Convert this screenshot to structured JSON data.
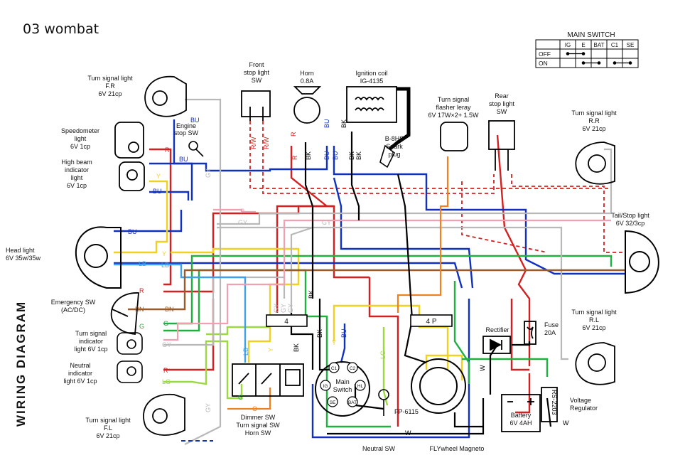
{
  "page_title": "03 wombat",
  "diagram_title": "WIRING DIAGRAM",
  "main_switch": {
    "title": "MAIN SWITCH",
    "columns": [
      "IG",
      "E",
      "BAT",
      "C1",
      "SE"
    ],
    "rows": [
      {
        "label": "OFF",
        "links": [
          [
            0,
            1
          ]
        ]
      },
      {
        "label": "ON",
        "links": [
          [
            1,
            2
          ],
          [
            3,
            4
          ]
        ]
      }
    ]
  },
  "components": [
    {
      "id": "ts_fr",
      "lines": [
        "Turn signal light",
        "F.R",
        "6V  21cp"
      ]
    },
    {
      "id": "speedo",
      "lines": [
        "Speedometer",
        "light",
        "6V   1cp"
      ]
    },
    {
      "id": "highbeam",
      "lines": [
        "High beam",
        "indicator",
        "light",
        "6V  1cp"
      ]
    },
    {
      "id": "engstop",
      "lines": [
        "Engine",
        "stop SW"
      ]
    },
    {
      "id": "headlight",
      "lines": [
        "Head light",
        "6V 35w/35w"
      ]
    },
    {
      "id": "emerg",
      "lines": [
        "Emergency SW",
        "(AC/DC)"
      ]
    },
    {
      "id": "ts_ind",
      "lines": [
        "Turn signal",
        "indicator",
        "light 6V  1cp"
      ]
    },
    {
      "id": "neutral_ind",
      "lines": [
        "Neutral",
        "indicator",
        "light 6V  1cp"
      ]
    },
    {
      "id": "ts_fl",
      "lines": [
        "Turn signal light",
        "F.L",
        "6V  21cp"
      ]
    },
    {
      "id": "front_stop",
      "lines": [
        "Front",
        "stop light",
        "SW"
      ]
    },
    {
      "id": "horn",
      "lines": [
        "Horn",
        "0.8A"
      ]
    },
    {
      "id": "ign_coil",
      "lines": [
        "Ignition coil",
        "IG-4135"
      ]
    },
    {
      "id": "spark",
      "lines": [
        "B-8HS",
        "Spark",
        "plug"
      ]
    },
    {
      "id": "flasher",
      "lines": [
        "Turn signal",
        "flasher leray",
        "6V  17W×2+ 1.5W"
      ]
    },
    {
      "id": "rear_stop",
      "lines": [
        "Rear",
        "stop light",
        "SW"
      ]
    },
    {
      "id": "ts_rr",
      "lines": [
        "Turn signal light",
        "R.R",
        "6V  21cp"
      ]
    },
    {
      "id": "tail",
      "lines": [
        "Tail/Stop light",
        "6V  32/3cp"
      ]
    },
    {
      "id": "ts_rl",
      "lines": [
        "Turn signal light",
        "R.L",
        "6V  21cp"
      ]
    },
    {
      "id": "fuse",
      "lines": [
        "Fuse",
        "20A"
      ]
    },
    {
      "id": "rectifier",
      "lines": [
        "Rectifier"
      ]
    },
    {
      "id": "battery",
      "lines": [
        "Battery",
        "6V 4AH"
      ]
    },
    {
      "id": "regulator",
      "lines": [
        "Voltage",
        "Regulator"
      ]
    },
    {
      "id": "regulator_model",
      "lines": [
        "RS-2203"
      ]
    },
    {
      "id": "dimmer",
      "lines": [
        "Dimmer SW",
        "Turn signal SW",
        "Horn SW"
      ]
    },
    {
      "id": "main_sw",
      "lines": [
        "Main",
        "Switch"
      ]
    },
    {
      "id": "magneto_model",
      "lines": [
        "FP-6115"
      ]
    },
    {
      "id": "neutral_sw",
      "lines": [
        "Neutral SW"
      ]
    },
    {
      "id": "magneto",
      "lines": [
        "FLYwheel Magneto"
      ]
    }
  ],
  "wire_labels": {
    "bu": "BU",
    "r": "R",
    "y": "Y",
    "lb": "LB",
    "bn": "BN",
    "g": "G",
    "lg": "LG",
    "gy": "GY",
    "bk": "BK",
    "w": "W",
    "o": "O",
    "p": "P",
    "rw": "R/W"
  },
  "connector_labels": {
    "c4a": "4",
    "c4p": "4  P"
  },
  "switch_terminals": [
    "C1",
    "C2",
    "IG",
    "HL",
    "SE",
    "BAT"
  ],
  "colors": {
    "red": "#d42020",
    "blue": "#1030c0",
    "yellow": "#f0d020",
    "green": "#20b040",
    "lightgreen": "#9cd840",
    "gray": "#b8b8b8",
    "lightblue": "#40a0e8",
    "brown": "#9a5b2a",
    "pink": "#f0a0b0",
    "black": "#000000",
    "orange": "#f08020"
  }
}
